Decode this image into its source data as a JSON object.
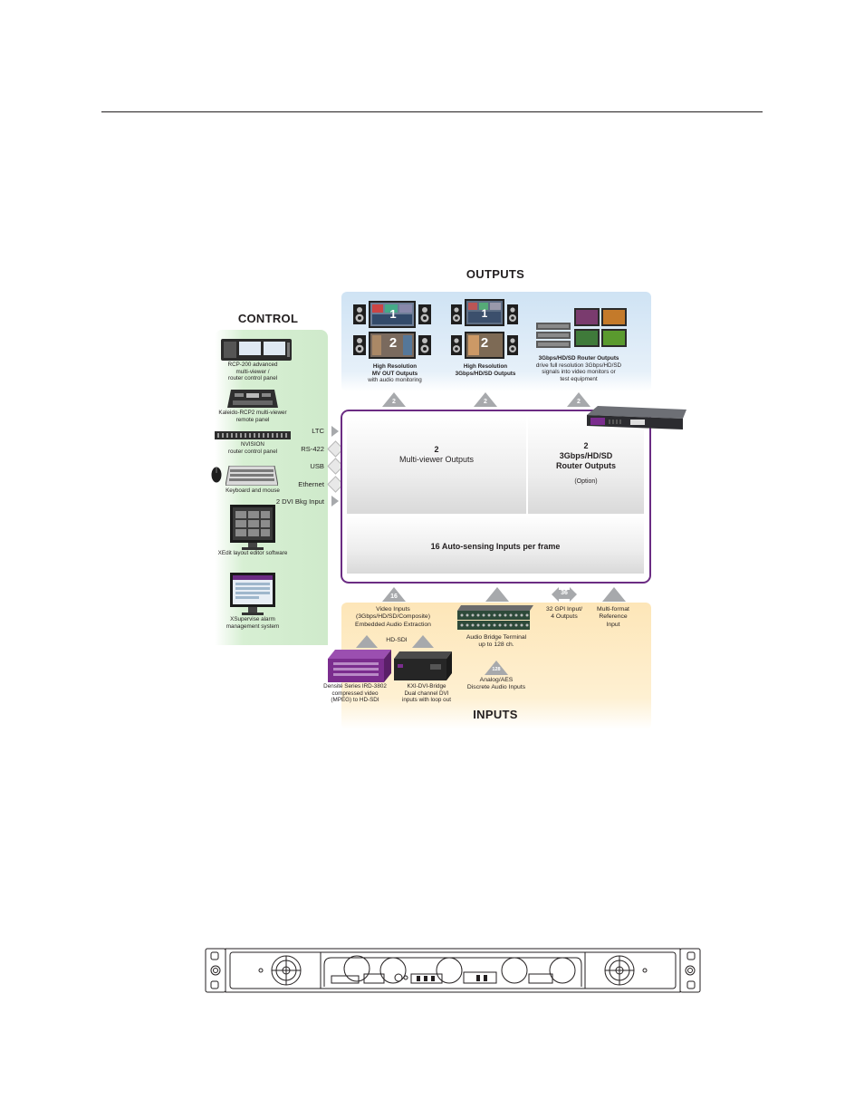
{
  "headings": {
    "outputs": "OUTPUTS",
    "control": "CONTROL",
    "inputs": "INPUTS"
  },
  "control": {
    "items": [
      {
        "line1": "RCP-200 advanced",
        "line2": "multi-viewer /",
        "line3": "router control panel"
      },
      {
        "line1": "Kaleido-RCP2 multi-viewer",
        "line2": "remote panel"
      },
      {
        "line1": "NVISION",
        "line2": "router control panel"
      },
      {
        "line1": "Keyboard and mouse"
      },
      {
        "line1": "XEdit layout editor software"
      },
      {
        "line1": "XSupervise alarm",
        "line2": "management system"
      }
    ],
    "ports": [
      "LTC",
      "RS-422",
      "USB",
      "Ethernet",
      "2 DVI Bkg Input"
    ]
  },
  "outputs": {
    "mv": {
      "title1": "High Resolution",
      "title2": "MV OUT Outputs",
      "sub": "with audio monitoring",
      "count": "2",
      "screen_num_top": "1",
      "screen_num_bottom": "2"
    },
    "hd": {
      "title1": "High Resolution",
      "title2": "3Gbps/HD/SD Outputs",
      "count": "2",
      "screen_num_top": "1",
      "screen_num_bottom": "2"
    },
    "router": {
      "title": "3Gbps/HD/SD Router Outputs",
      "sub1": "drive full resolution 3Gbps/HD/SD",
      "sub2": "signals into video monitors or",
      "sub3": "test equipment",
      "count": "2"
    }
  },
  "frame": {
    "mv_count": "2",
    "mv_label": "Multi-viewer Outputs",
    "router_count": "2",
    "router_label1": "3Gbps/HD/SD",
    "router_label2": "Router Outputs",
    "router_option": "(Option)",
    "inputs_label": "16 Auto-sensing Inputs per frame"
  },
  "inputs": {
    "video": {
      "count": "16",
      "line1": "Video Inputs",
      "line2": "(3Gbps/HD/SD/Composite)",
      "line3": "Embedded Audio Extraction"
    },
    "hdsdi": "HD-SDI",
    "densite": {
      "line1": "Densité Series IRD-3802",
      "line2": "compressed  video",
      "line3": "(MPEG) to HD-SDI"
    },
    "kxi": {
      "line1": "KXI-DVI-Bridge",
      "line2": "Dual channel DVI",
      "line3": "inputs with loop out"
    },
    "audio_bridge": {
      "line1": "Audio Bridge Terminal",
      "line2": "up to 128 ch."
    },
    "analog": {
      "count": "128",
      "line1": "Analog/AES",
      "line2": "Discrete Audio Inputs"
    },
    "gpi": {
      "count": "36",
      "line1": "32 GPI Input/",
      "line2": "4 Outputs"
    },
    "ref": {
      "line1": "Multi-format",
      "line2": "Reference",
      "line3": "Input"
    }
  },
  "colors": {
    "frame_border": "#6b2c83",
    "control_bg": "#cfeacb",
    "outputs_bg": "#cfe3f4",
    "inputs_bg": "#fde6b8",
    "arrow": "#a7a9ac",
    "purple_device": "#7b2d8e"
  },
  "icons": [
    "rcp200-panel-icon",
    "rcp2-panel-icon",
    "nvision-panel-icon",
    "keyboard-icon",
    "mouse-icon",
    "xedit-monitor-icon",
    "xsupervise-monitor-icon",
    "speaker-icon",
    "monitor-icon",
    "rack-unit-icon",
    "densite-frame-icon",
    "kxi-bridge-icon",
    "audio-bridge-icon",
    "front-panel-drawing"
  ]
}
